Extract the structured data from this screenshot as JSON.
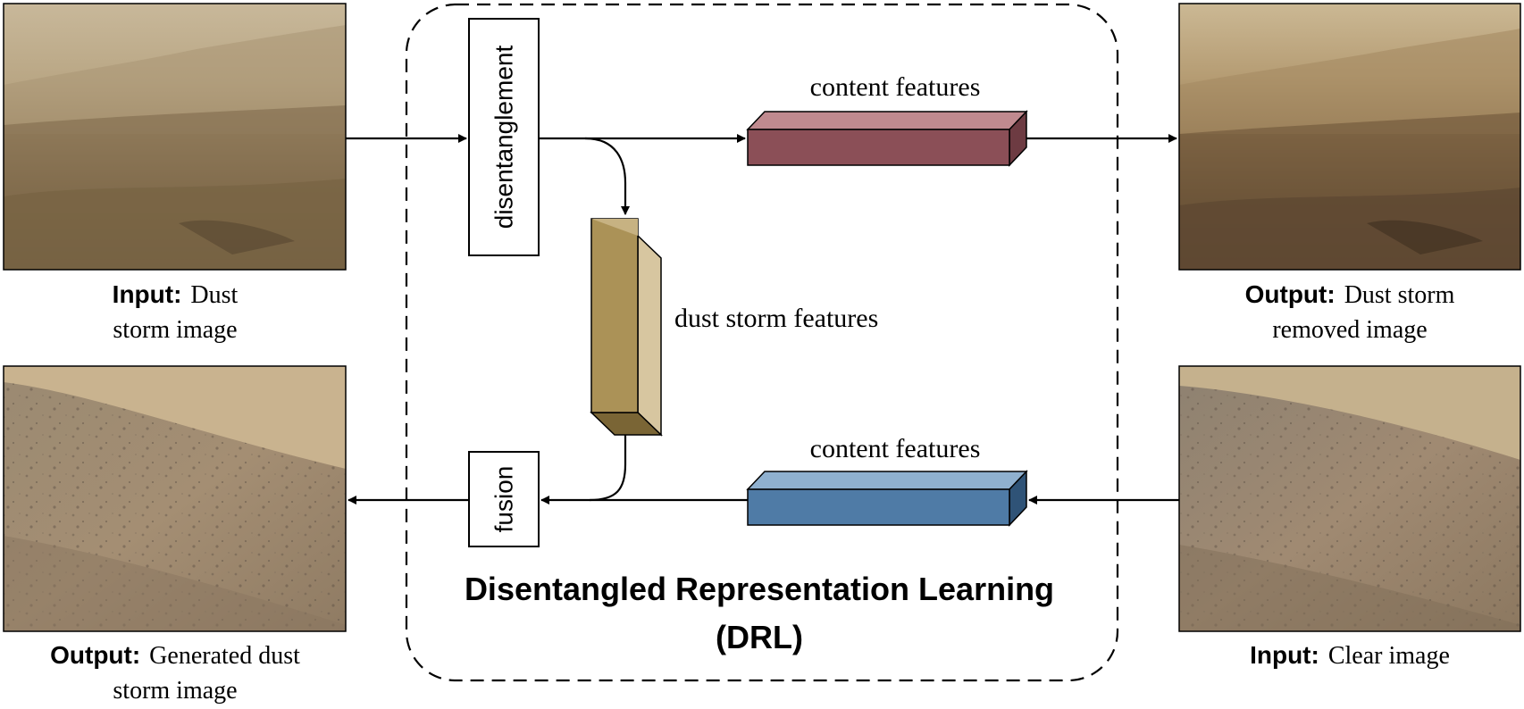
{
  "images": {
    "top_left": "dust-storm-landscape",
    "top_right": "dust-storm-removed-landscape",
    "bottom_left": "generated-dust-storm-slope",
    "bottom_right": "clear-slope-landscape"
  },
  "captions": {
    "top_left": {
      "bold": "Input:",
      "line1": "Dust",
      "line2": "storm image"
    },
    "top_right": {
      "bold": "Output:",
      "line1": "Dust storm",
      "line2": "removed image"
    },
    "bottom_left": {
      "bold": "Output:",
      "line1": "Generated dust",
      "line2": "storm image"
    },
    "bottom_right": {
      "bold": "Input:",
      "line1": "Clear image"
    }
  },
  "modules": {
    "disentanglement": "disentanglement",
    "fusion": "fusion"
  },
  "features": {
    "content_top": "content features",
    "content_bottom": "content features",
    "dust_storm": "dust storm features"
  },
  "drl": {
    "title_line1": "Disentangled Representation Learning",
    "title_line2": "(DRL)"
  },
  "colors": {
    "content_top_block": "#8b4f57",
    "content_bottom_block": "#4f7ba6",
    "dust_block": "#ab9257",
    "line": "#000000"
  }
}
